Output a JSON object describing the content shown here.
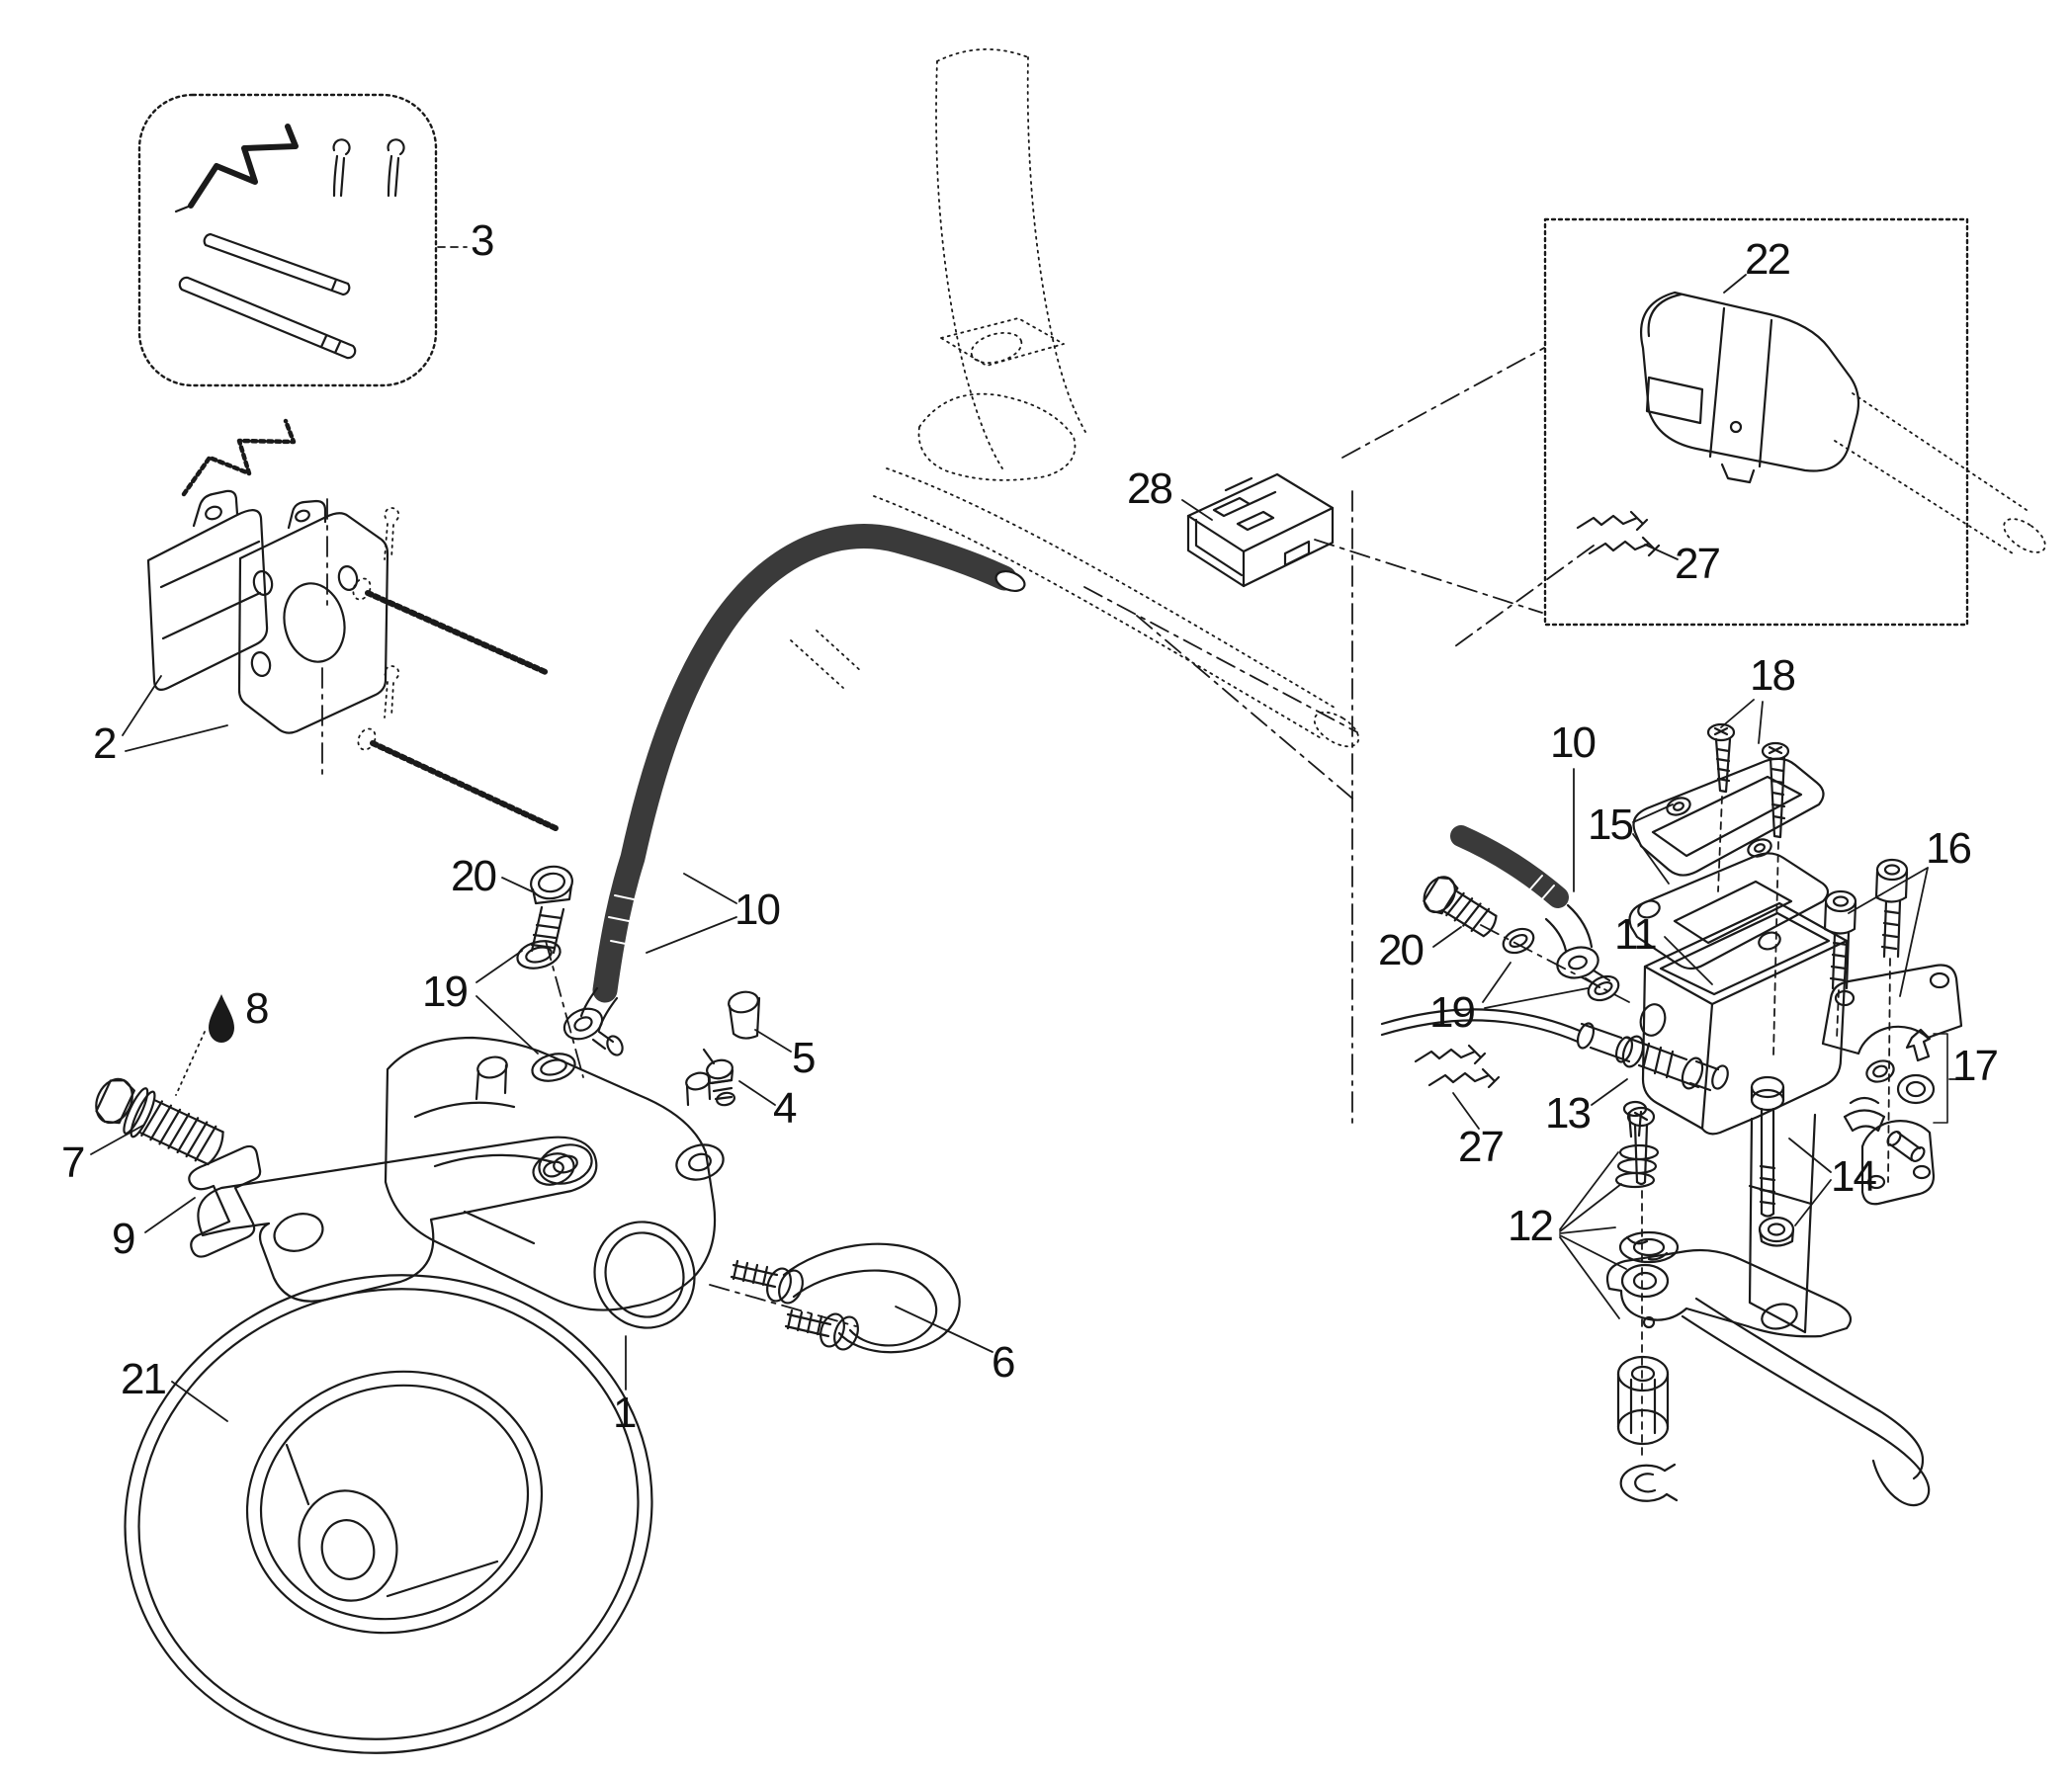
{
  "figure": {
    "type": "exploded-parts-diagram",
    "subject": "hydraulic-brake-assembly",
    "background_color": "#ffffff",
    "line_color": "#1a1a1a",
    "hose_color": "#3a3a3a",
    "labels": [
      {
        "id": "hardware-kit",
        "text": "3"
      },
      {
        "id": "brake-pads",
        "text": "2"
      },
      {
        "id": "connector-housing",
        "text": "28"
      },
      {
        "id": "switch-body",
        "text": "22"
      },
      {
        "id": "terminals-inset",
        "text": "27"
      },
      {
        "id": "cover-screws",
        "text": "18"
      },
      {
        "id": "hose-upper-fitting",
        "text": "10"
      },
      {
        "id": "reservoir-cover",
        "text": "15"
      },
      {
        "id": "handlebar-clamp",
        "text": "16"
      },
      {
        "id": "reservoir-body",
        "text": "11"
      },
      {
        "id": "banjo-bolt-upper",
        "text": "20"
      },
      {
        "id": "orings-upper",
        "text": "19"
      },
      {
        "id": "stoplight-switch",
        "text": "13"
      },
      {
        "id": "terminals-main",
        "text": "27"
      },
      {
        "id": "repair-kit",
        "text": "17"
      },
      {
        "id": "pivot-bolt-nut",
        "text": "14"
      },
      {
        "id": "lever-pivot-kit",
        "text": "12"
      },
      {
        "id": "banjo-bolt-lower",
        "text": "20"
      },
      {
        "id": "washers-lower",
        "text": "19"
      },
      {
        "id": "hose-lower-fitting",
        "text": "10"
      },
      {
        "id": "bleeder-cap",
        "text": "5"
      },
      {
        "id": "bleeder-valve",
        "text": "4"
      },
      {
        "id": "grease-point",
        "text": "8"
      },
      {
        "id": "carrier-bolt",
        "text": "7"
      },
      {
        "id": "pad-spring",
        "text": "9"
      },
      {
        "id": "brake-caliper",
        "text": "1"
      },
      {
        "id": "hose-link",
        "text": "6"
      },
      {
        "id": "brake-disc",
        "text": "21"
      }
    ]
  }
}
